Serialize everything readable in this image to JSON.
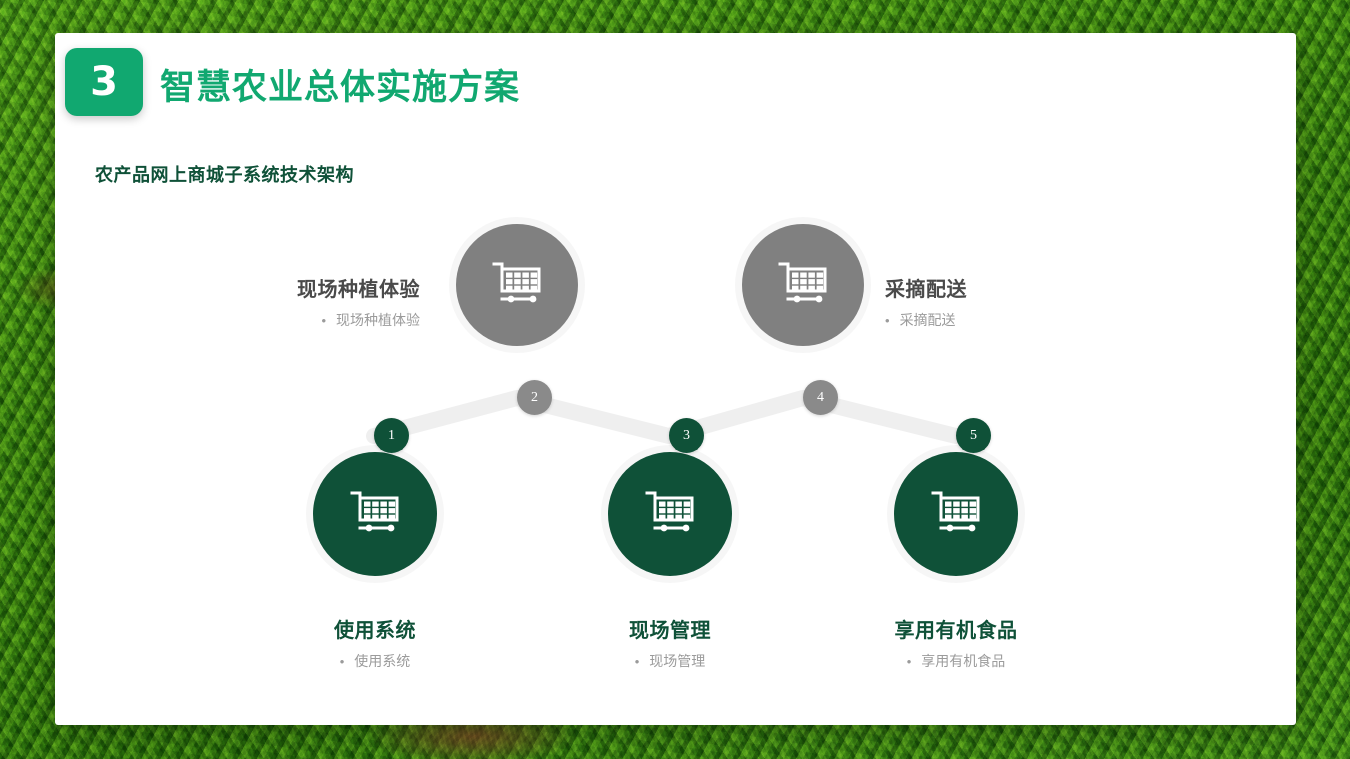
{
  "colors": {
    "brand_green": "#11a870",
    "dark_green": "#0f5138",
    "gray": "#808080",
    "num_gray": "#8a8a8a",
    "connector": "#efefef",
    "card_white": "#ffffff",
    "bullet_text": "#9b9b9b"
  },
  "header": {
    "section_number": "3",
    "title": "智慧农业总体实施方案",
    "subtitle": "农产品网上商城子系统技术架构"
  },
  "diagram": {
    "icon_name": "shopping-cart-icon",
    "nodes": [
      {
        "number": "1",
        "title": "使用系统",
        "bullet": "使用系统",
        "variant": "green",
        "position": "bottom"
      },
      {
        "number": "2",
        "title": "现场种植体验",
        "bullet": "现场种植体验",
        "variant": "gray",
        "position": "top"
      },
      {
        "number": "3",
        "title": "现场管理",
        "bullet": "现场管理",
        "variant": "green",
        "position": "bottom"
      },
      {
        "number": "4",
        "title": "采摘配送",
        "bullet": "采摘配送",
        "variant": "gray",
        "position": "top"
      },
      {
        "number": "5",
        "title": "享用有机食品",
        "bullet": "享用有机食品",
        "variant": "green",
        "position": "bottom"
      }
    ],
    "bullet_marker": "•"
  }
}
